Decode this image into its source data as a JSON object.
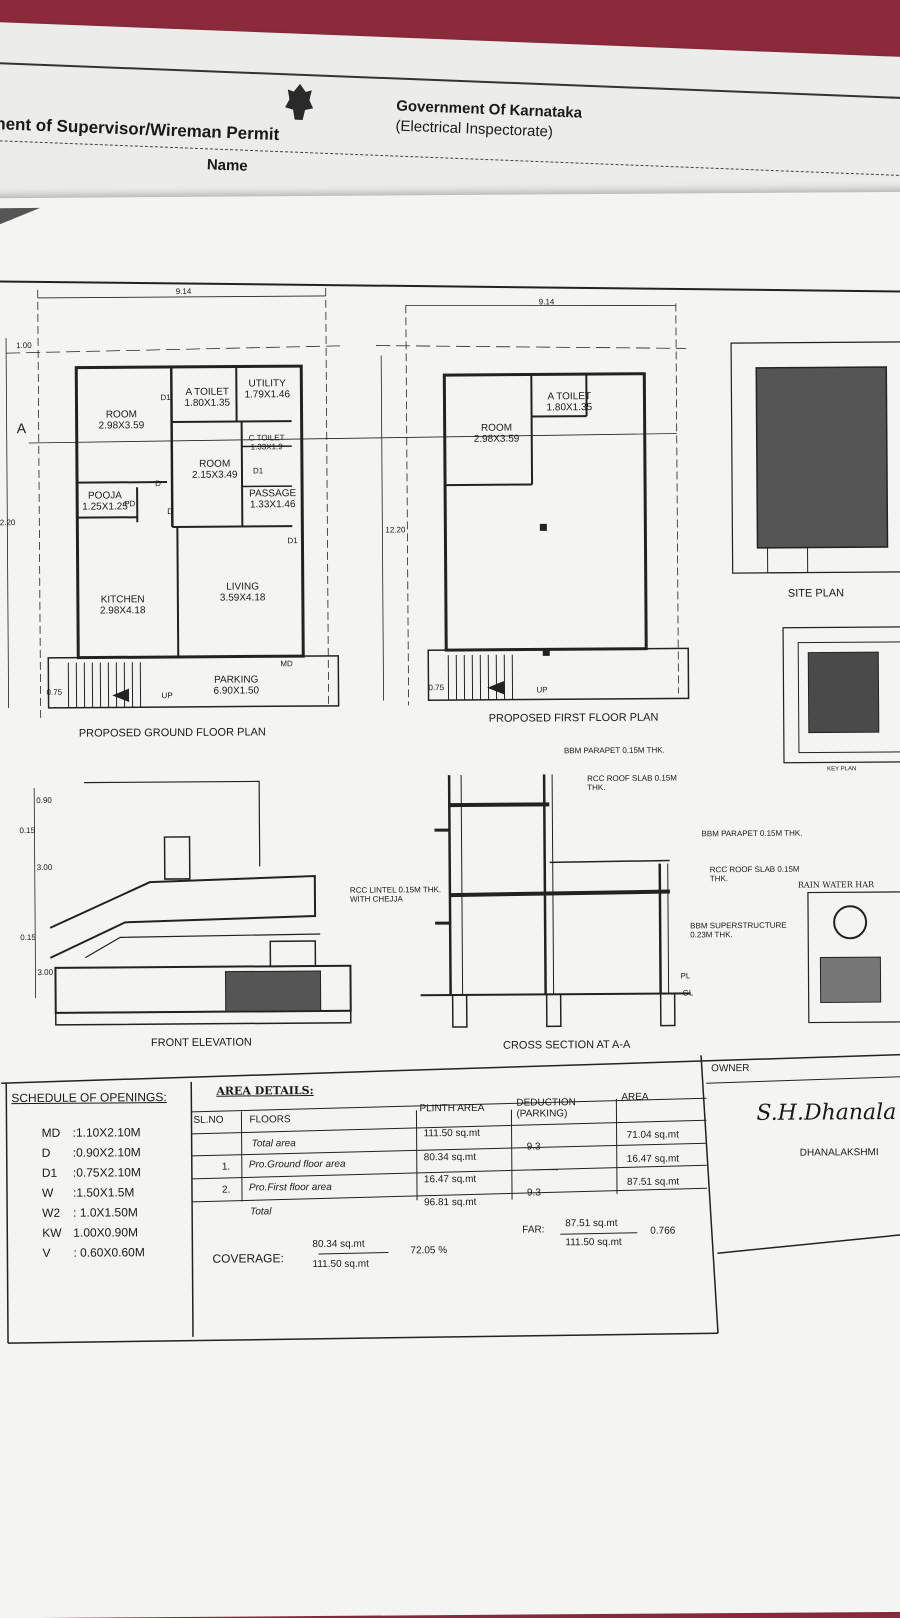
{
  "header": {
    "gov_title": "Government Of Karnataka",
    "gov_subtitle": "(Electrical Inspectorate)",
    "permit_title": "nent of Supervisor/Wireman Permit",
    "name_label": "Name"
  },
  "plans": {
    "ground_caption": "PROPOSED GROUND FLOOR PLAN",
    "first_caption": "PROPOSED FIRST FLOOR PLAN",
    "site_caption": "SITE PLAN",
    "key_caption": "KEY PLAN",
    "elevation_caption": "FRONT ELEVATION",
    "section_caption": "CROSS SECTION AT A-A",
    "width_dim": "9.14",
    "height_dim": "12.20",
    "offset_dim": "1.00",
    "stair_dim": "0.75",
    "up_label": "UP",
    "section_marker": "A",
    "ground_rooms": [
      {
        "name": "ROOM",
        "size": "2.98X3.59"
      },
      {
        "name": "A TOILET",
        "size": "1.80X1.35"
      },
      {
        "name": "UTILITY",
        "size": "1.79X1.46"
      },
      {
        "name": "ROOM",
        "size": "2.15X3.49"
      },
      {
        "name": "C TOILET",
        "size": "1.33X1.9"
      },
      {
        "name": "PASSAGE",
        "size": "1.33X1.46"
      },
      {
        "name": "POOJA",
        "size": "1.25X1.25"
      },
      {
        "name": "KITCHEN",
        "size": "2.98X4.18"
      },
      {
        "name": "LIVING",
        "size": "3.59X4.18"
      },
      {
        "name": "PARKING",
        "size": "6.90X1.50"
      }
    ],
    "first_rooms": [
      {
        "name": "ROOM",
        "size": "2.98X3.59"
      },
      {
        "name": "A TOILET",
        "size": "1.80X1.35"
      }
    ],
    "door_tags": [
      "D1",
      "D",
      "D",
      "PD",
      "D1",
      "D1",
      "MD"
    ],
    "elevation_dims": [
      "0.90",
      "0.15",
      "3.00",
      "0.15",
      "3.00"
    ],
    "section_notes": {
      "parapet_top": "BBM PARAPET 0.15M THK.",
      "roof_slab_top": "RCC ROOF SLAB 0.15M THK.",
      "lintel": "RCC LINTEL 0.15M THK. WITH CHEJJA",
      "parapet_mid": "BBM PARAPET 0.15M THK.",
      "roof_slab_mid": "RCC ROOF SLAB 0.15M THK.",
      "superstructure": "BBM SUPERSTRUCTURE 0.23M THK.",
      "pl": "PL",
      "gl": "GL",
      "rain_water": "RAIN WATER HAR"
    }
  },
  "schedule": {
    "title": "SCHEDULE OF OPENINGS:",
    "rows": [
      {
        "code": "MD",
        "size": ":1.10X2.10M"
      },
      {
        "code": "D",
        "size": ":0.90X2.10M"
      },
      {
        "code": "D1",
        "size": ":0.75X2.10M"
      },
      {
        "code": "W",
        "size": ":1.50X1.5M"
      },
      {
        "code": "W2",
        "size": ": 1.0X1.50M"
      },
      {
        "code": "KW",
        "size": "1.00X0.90M"
      },
      {
        "code": "V",
        "size": ": 0.60X0.60M"
      }
    ]
  },
  "area": {
    "title": "AREA DETAILS:",
    "headers": [
      "SL.NO",
      "FLOORS",
      "PLINTH AREA",
      "DEDUCTION (PARKING)",
      "AREA"
    ],
    "rows": [
      {
        "sl": "",
        "floor": "Total area",
        "plinth": "111.50 sq.mt",
        "deduction": "",
        "area": ""
      },
      {
        "sl": "1.",
        "floor": "Pro.Ground floor area",
        "plinth": "80.34 sq.mt",
        "deduction": "9.3",
        "area": "71.04 sq.mt"
      },
      {
        "sl": "2.",
        "floor": "Pro.First floor area",
        "plinth": "16.47 sq.mt",
        "deduction": "--------",
        "area": "16.47 sq.mt"
      },
      {
        "sl": "",
        "floor": "Total",
        "plinth": "96.81 sq.mt",
        "deduction": "9.3",
        "area": "87.51 sq.mt"
      }
    ],
    "coverage_label": "COVERAGE:",
    "coverage_num": "80.34 sq.mt",
    "coverage_den": "111.50 sq.mt",
    "coverage_pct": "72.05 %",
    "far_label": "FAR:",
    "far_num": "87.51 sq.mt",
    "far_den": "111.50 sq.mt",
    "far_value": "0.766"
  },
  "owner": {
    "label": "OWNER",
    "signature": "S.H.Dhanala",
    "name": "DHANALAKSHMI"
  }
}
